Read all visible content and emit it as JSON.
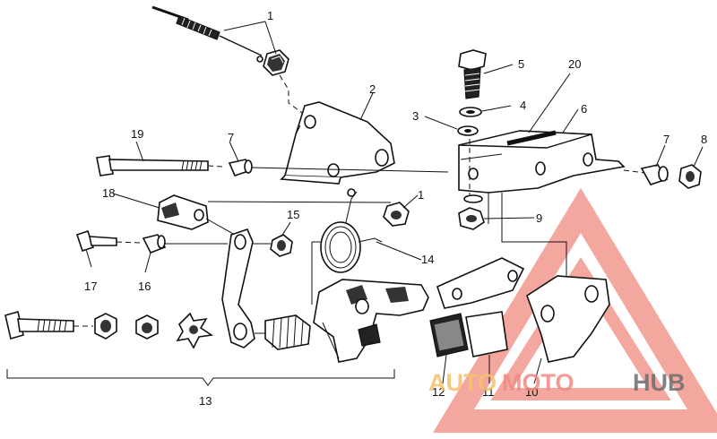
{
  "labels": {
    "l1a": "1",
    "l1b": "1",
    "l2": "2",
    "l3": "3",
    "l4": "4",
    "l5": "5",
    "l6": "6",
    "l7a": "7",
    "l7b": "7",
    "l8": "8",
    "l9": "9",
    "l10": "10",
    "l11": "11",
    "l12": "12",
    "l13": "13",
    "l14": "14",
    "l15": "15",
    "l16": "16",
    "l17": "17",
    "l18": "18",
    "l19": "19",
    "l20": "20"
  },
  "watermark": {
    "word1": "AUTO",
    "word2": "MOTO",
    "word3": "HUB",
    "color_primary": "#f08a80",
    "color_secondary": "#f5c26b",
    "color_dark": "#6d6d6d"
  }
}
